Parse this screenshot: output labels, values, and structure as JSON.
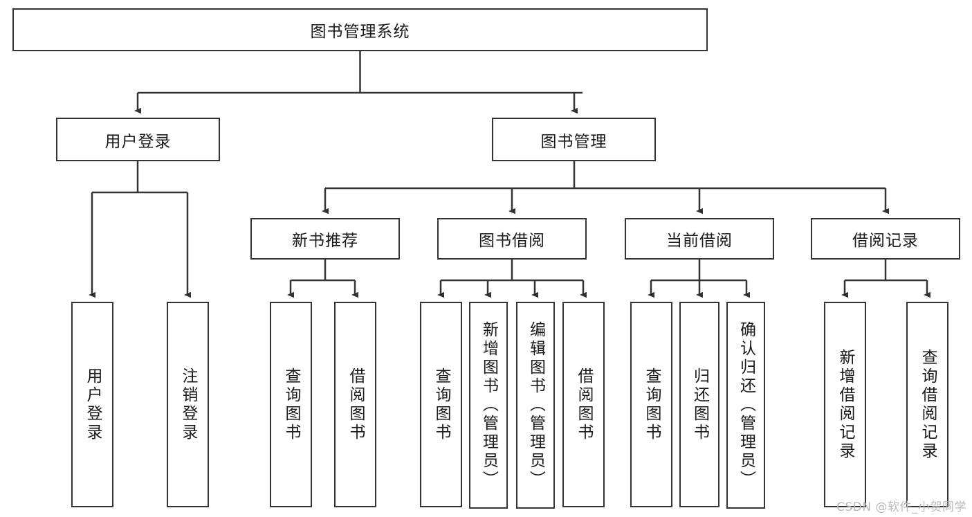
{
  "diagram": {
    "title_node": {
      "label": "图书管理系统"
    },
    "level1": [
      {
        "id": "user-login",
        "label": "用户登录"
      },
      {
        "id": "book-management",
        "label": "图书管理"
      }
    ],
    "level2": [
      {
        "id": "new-book-recommend",
        "label": "新书推荐"
      },
      {
        "id": "book-borrow",
        "label": "图书借阅"
      },
      {
        "id": "current-borrow",
        "label": "当前借阅"
      },
      {
        "id": "borrow-record",
        "label": "借阅记录"
      }
    ],
    "leaves": [
      {
        "id": "leaf-user-login",
        "label": "用户登录"
      },
      {
        "id": "leaf-logout-login",
        "label": "注销登录"
      },
      {
        "id": "leaf-query-book-1",
        "label": "查询图书"
      },
      {
        "id": "leaf-borrow-book-1",
        "label": "借阅图书"
      },
      {
        "id": "leaf-query-book-2",
        "label": "查询图书"
      },
      {
        "id": "leaf-add-book",
        "label": "新增图书（管理员）"
      },
      {
        "id": "leaf-edit-book",
        "label": "编辑图书（管理员）"
      },
      {
        "id": "leaf-borrow-book-2",
        "label": "借阅图书"
      },
      {
        "id": "leaf-query-book-3",
        "label": "查询图书"
      },
      {
        "id": "leaf-return-book",
        "label": "归还图书"
      },
      {
        "id": "leaf-confirm-return",
        "label": "确认归还（管理员）"
      },
      {
        "id": "leaf-add-record",
        "label": "新增借阅记录"
      },
      {
        "id": "leaf-query-record",
        "label": "查询借阅记录"
      }
    ]
  },
  "watermark": {
    "text": "CSDN @软件_小贺同学"
  },
  "colors": {
    "border": "#333333",
    "background": "#ffffff",
    "text": "#1a1a1a",
    "watermark": "#b8b8b8"
  }
}
